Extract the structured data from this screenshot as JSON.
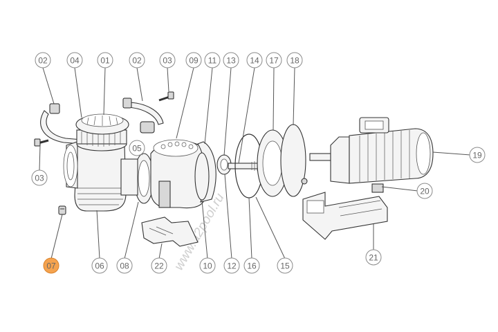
{
  "watermark": "www.a2pool.ru",
  "accent_color": "#f5a34f",
  "selected_part": "07",
  "callouts": [
    {
      "id": "02a",
      "label": "02",
      "active": false
    },
    {
      "id": "04",
      "label": "04",
      "active": false
    },
    {
      "id": "01",
      "label": "01",
      "active": false
    },
    {
      "id": "02b",
      "label": "02",
      "active": false
    },
    {
      "id": "03a",
      "label": "03",
      "active": false
    },
    {
      "id": "09",
      "label": "09",
      "active": false
    },
    {
      "id": "11",
      "label": "11",
      "active": false
    },
    {
      "id": "13",
      "label": "13",
      "active": false
    },
    {
      "id": "14",
      "label": "14",
      "active": false
    },
    {
      "id": "17",
      "label": "17",
      "active": false
    },
    {
      "id": "18",
      "label": "18",
      "active": false
    },
    {
      "id": "05",
      "label": "05",
      "active": false
    },
    {
      "id": "03b",
      "label": "03",
      "active": false
    },
    {
      "id": "19",
      "label": "19",
      "active": false
    },
    {
      "id": "20",
      "label": "20",
      "active": false
    },
    {
      "id": "07",
      "label": "07",
      "active": true
    },
    {
      "id": "06",
      "label": "06",
      "active": false
    },
    {
      "id": "08",
      "label": "08",
      "active": false
    },
    {
      "id": "22",
      "label": "22",
      "active": false
    },
    {
      "id": "10",
      "label": "10",
      "active": false
    },
    {
      "id": "12",
      "label": "12",
      "active": false
    },
    {
      "id": "16",
      "label": "16",
      "active": false
    },
    {
      "id": "15",
      "label": "15",
      "active": false
    },
    {
      "id": "21",
      "label": "21",
      "active": false
    }
  ]
}
